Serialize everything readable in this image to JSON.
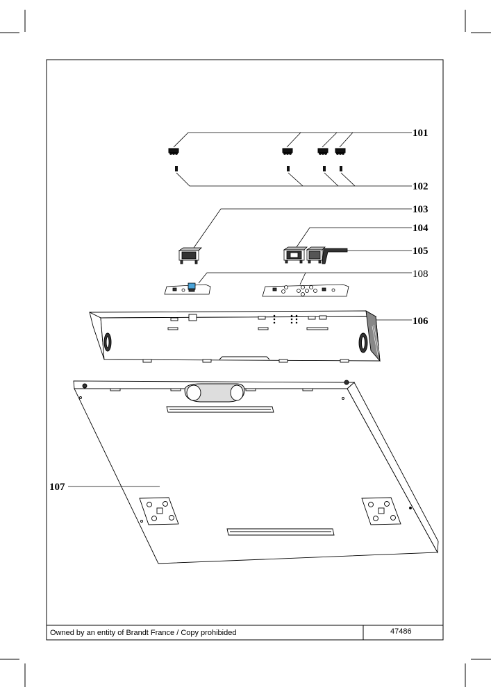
{
  "callouts": {
    "c101": "101",
    "c102": "102",
    "c103": "103",
    "c104": "104",
    "c105": "105",
    "c108": "108",
    "c106": "106",
    "c107": "107"
  },
  "footer": {
    "ownership": "Owned by an entity of Brandt France / Copy prohibided",
    "doc_number": "47486"
  }
}
